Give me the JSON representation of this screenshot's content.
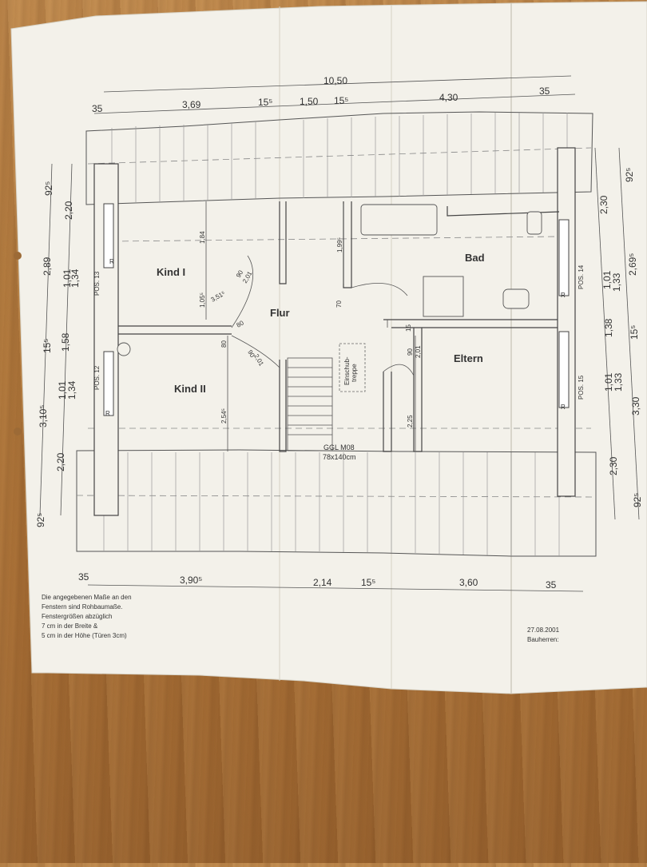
{
  "dimensions": {
    "top_total": "10,50",
    "top_segments": [
      "35",
      "3,69",
      "15⁵",
      "1,50",
      "15⁵",
      "4,30",
      "35"
    ],
    "bottom_segments": [
      "35",
      "3,90⁵",
      "2,14",
      "15⁵",
      "3,60",
      "35"
    ],
    "left_outer": [
      "92⁵",
      "2,20",
      "2,89",
      "1,01",
      "1,34",
      "15⁵",
      "1,58",
      "3,10⁵",
      "1,01",
      "1,34",
      "2,20",
      "92⁵"
    ],
    "right_outer": [
      "2,30",
      "92⁵",
      "2,69⁵",
      "1,01",
      "1,33",
      "1,38",
      "15⁵",
      "1,01",
      "1,33",
      "3,30",
      "2,30",
      "92⁵"
    ],
    "interior": [
      "1,84",
      "1,99⁵",
      "1,05⁵",
      "80",
      "2,54⁵",
      "70",
      "90",
      "2,01",
      "2,25",
      "15",
      "90",
      "2,01",
      "3,51⁵",
      "80",
      "2,01",
      "90"
    ]
  },
  "rooms": {
    "kind1": "Kind I",
    "kind2": "Kind II",
    "flur": "Flur",
    "bad": "Bad",
    "eltern": "Eltern"
  },
  "windows": {
    "pos13": "POS. 13",
    "pos12": "POS. 12",
    "pos14": "POS. 14",
    "pos15": "POS. 15",
    "r": "R"
  },
  "stair": {
    "einschub_line1": "Einschub-",
    "einschub_line2": "treppe",
    "ggl_line1": "GGL M08",
    "ggl_line2": "78x140cm"
  },
  "notes": {
    "line1": "Die angegebenen Maße an den",
    "line2": "Fenstern sind Rohbaumaße.",
    "line3": "Fenstergrößen abzüglich",
    "line4": "7 cm in der Breite &",
    "line5": "5 cm in der Höhe (Türen 3cm)"
  },
  "date": "27.08.2001",
  "bauherren": "Bauherren:"
}
